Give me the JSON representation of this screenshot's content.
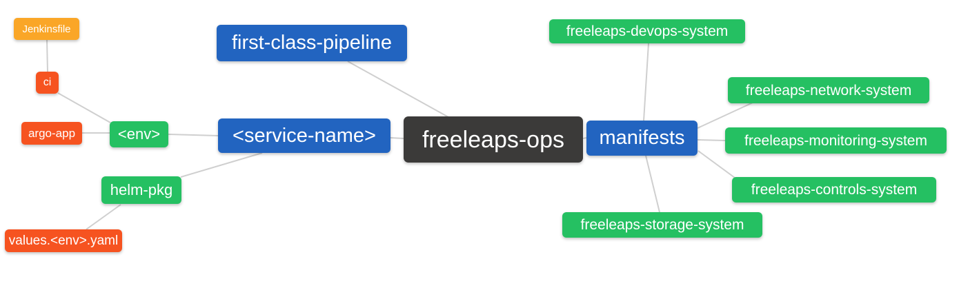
{
  "diagram": {
    "title": "freeleaps-ops mind map",
    "nodes": {
      "jenkinsfile": {
        "label": "Jenkinsfile",
        "color_role": "warning"
      },
      "ci": {
        "label": "ci",
        "color_role": "danger"
      },
      "argo_app": {
        "label": "argo-app",
        "color_role": "danger"
      },
      "env": {
        "label": "<env>",
        "color_role": "success"
      },
      "helm_pkg": {
        "label": "helm-pkg",
        "color_role": "success"
      },
      "values_env_yaml": {
        "label": "values.<env>.yaml",
        "color_role": "danger"
      },
      "first_class_pipeline": {
        "label": "first-class-pipeline",
        "color_role": "primary"
      },
      "service_name": {
        "label": "<service-name>",
        "color_role": "primary"
      },
      "freeleaps_ops": {
        "label": "freeleaps-ops",
        "color_role": "root"
      },
      "manifests": {
        "label": "manifests",
        "color_role": "primary"
      },
      "devops_system": {
        "label": "freeleaps-devops-system",
        "color_role": "success"
      },
      "network_system": {
        "label": "freeleaps-network-system",
        "color_role": "success"
      },
      "monitoring_system": {
        "label": "freeleaps-monitoring-system",
        "color_role": "success"
      },
      "controls_system": {
        "label": "freeleaps-controls-system",
        "color_role": "success"
      },
      "storage_system": {
        "label": "freeleaps-storage-system",
        "color_role": "success"
      }
    },
    "edges": [
      {
        "from": "jenkinsfile",
        "to": "ci"
      },
      {
        "from": "ci",
        "to": "env"
      },
      {
        "from": "argo_app",
        "to": "env"
      },
      {
        "from": "env",
        "to": "service_name"
      },
      {
        "from": "helm_pkg",
        "to": "service_name"
      },
      {
        "from": "values_env_yaml",
        "to": "helm_pkg"
      },
      {
        "from": "first_class_pipeline",
        "to": "freeleaps_ops"
      },
      {
        "from": "service_name",
        "to": "freeleaps_ops"
      },
      {
        "from": "freeleaps_ops",
        "to": "manifests"
      },
      {
        "from": "manifests",
        "to": "devops_system"
      },
      {
        "from": "manifests",
        "to": "network_system"
      },
      {
        "from": "manifests",
        "to": "monitoring_system"
      },
      {
        "from": "manifests",
        "to": "controls_system"
      },
      {
        "from": "manifests",
        "to": "storage_system"
      }
    ],
    "palette": {
      "root": "#3b3a39",
      "primary": "#2264c0",
      "success": "#25c062",
      "warning": "#faa627",
      "danger": "#f65320",
      "edge": "#cfcfcf",
      "text": "#ffffff",
      "background": "#ffffff"
    }
  }
}
